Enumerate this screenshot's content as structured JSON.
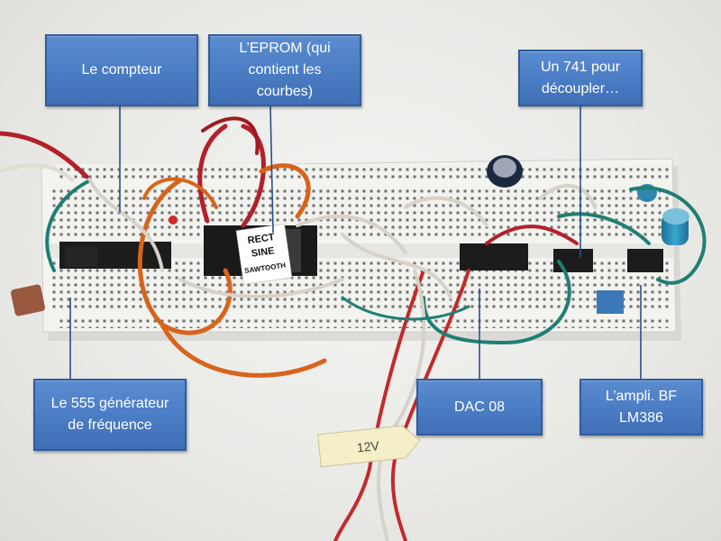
{
  "callouts": {
    "counter": {
      "label": "Le compteur"
    },
    "eprom": {
      "line1": "L’EPROM (qui",
      "line2": "contient les",
      "line3": "courbes)"
    },
    "op741": {
      "line1": "Un 741 pour",
      "line2": "découpler…"
    },
    "timer555": {
      "line1": "Le 555 générateur",
      "line2": "de fréquence"
    },
    "dac": {
      "label": "DAC 08"
    },
    "amp": {
      "line1": "L’ampli. BF",
      "line2": "LM386"
    }
  },
  "chip_label": {
    "line1": "RECT",
    "line2": "SINE",
    "line3": "SAWTOOTH"
  },
  "tag_label": "12V",
  "colors": {
    "callout_fill": "#4a7cc4",
    "callout_border": "#2f5d9c",
    "breadboard": "#f2f2ee",
    "wire_red": "#b3202a",
    "wire_orange": "#d8641c",
    "wire_teal": "#1f7f74",
    "wire_white": "#d7d2c8",
    "chip_black": "#1c1c1c",
    "capacitor_blue": "#2e8fb8"
  }
}
